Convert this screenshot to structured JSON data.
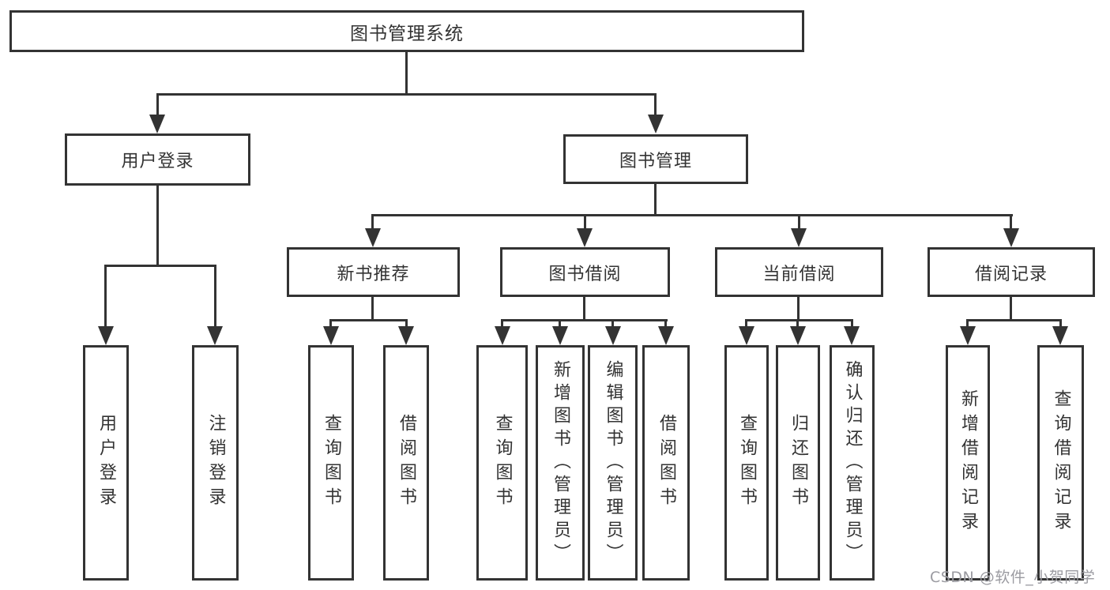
{
  "nodes": {
    "root": "图书管理系统",
    "user_login": "用户登录",
    "book_mgmt": "图书管理",
    "new_book_rec": "新书推荐",
    "book_borrow": "图书借阅",
    "current_borrow": "当前借阅",
    "borrow_record": "借阅记录",
    "leaf_user_login": "用户登录",
    "leaf_logout_login": "注销登录",
    "leaf_query_book_a": "查询图书",
    "leaf_borrow_book_a": "借阅图书",
    "leaf_query_book_b": "查询图书",
    "leaf_add_book_admin": "新增图书（管理员）",
    "leaf_edit_book_admin": "编辑图书（管理员）",
    "leaf_borrow_book_b": "借阅图书",
    "leaf_query_book_c": "查询图书",
    "leaf_return_book": "归还图书",
    "leaf_confirm_return_admin": "确认归还（管理员）",
    "leaf_add_borrow_record": "新增借阅记录",
    "leaf_query_borrow_record": "查询借阅记录"
  },
  "watermark": "CSDN @软件_小贺同学",
  "colors": {
    "line": "#333333",
    "text": "#333333",
    "box-bg": "#ffffff",
    "page-bg": "#ffffff",
    "watermark": "#9b9ba1"
  }
}
